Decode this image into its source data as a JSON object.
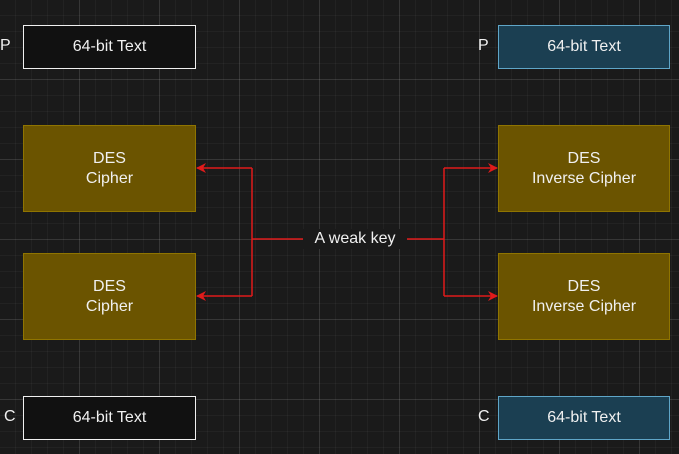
{
  "left_column": {
    "plaintext": {
      "side_label": "P",
      "text": "64-bit Text"
    },
    "cipher_top": {
      "line1": "DES",
      "line2": "Cipher"
    },
    "cipher_bottom": {
      "line1": "DES",
      "line2": "Cipher"
    },
    "ciphertext": {
      "side_label": "C",
      "text": "64-bit Text"
    }
  },
  "right_column": {
    "plaintext": {
      "side_label": "P",
      "text": "64-bit Text"
    },
    "cipher_top": {
      "line1": "DES",
      "line2": "Inverse Cipher"
    },
    "cipher_bottom": {
      "line1": "DES",
      "line2": "Inverse Cipher"
    },
    "ciphertext": {
      "side_label": "C",
      "text": "64-bit Text"
    }
  },
  "key": {
    "label": "A weak key"
  },
  "colors": {
    "background": "#1a1a1a",
    "plain_box_border": "#f0f0f0",
    "teal_box_fill": "#1b3f52",
    "teal_box_border": "#5fa6c8",
    "cipher_fill": "#6b5400",
    "cipher_border": "#8f7400",
    "arrow": "#e01b1b"
  }
}
